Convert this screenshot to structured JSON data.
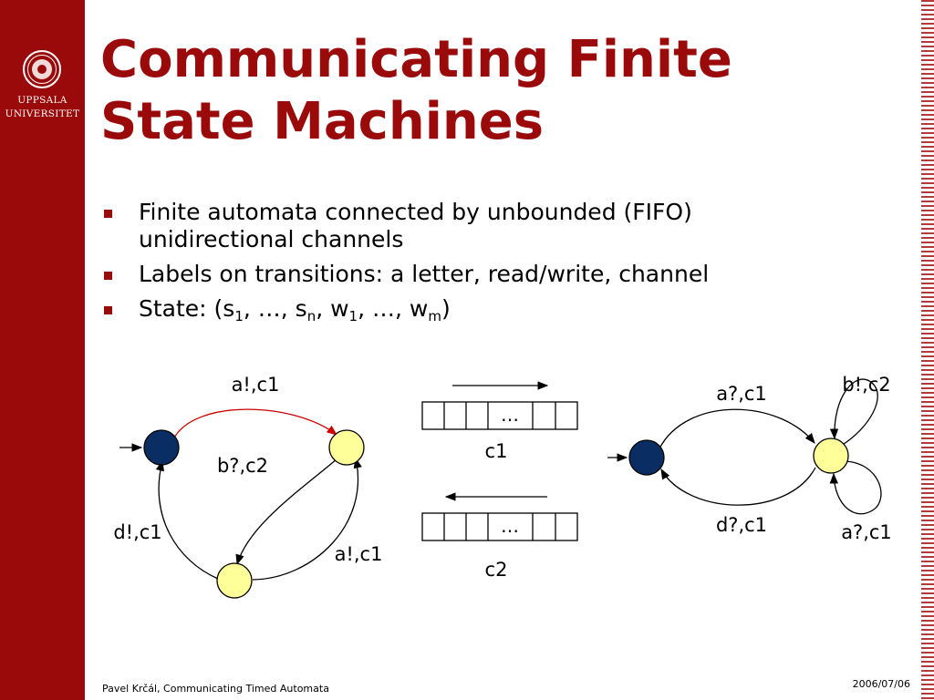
{
  "colors": {
    "brand": "#9b0a0a",
    "initial_state": "#0a2e64",
    "state": "#ffff99",
    "highlight_edge": "#cc0000"
  },
  "sidebar": {
    "logo_icon": "university-seal-icon",
    "line1": "UPPSALA",
    "line2": "UNIVERSITET"
  },
  "title": {
    "line1": "Communicating Finite",
    "line2": "State Machines"
  },
  "bullets": {
    "b1_line1": "Finite automata connected by unbounded (FIFO)",
    "b1_line2": "unidirectional channels",
    "b2": "Labels on transitions: a letter, read/write, channel",
    "b3": {
      "open": "State: (s",
      "s_start": "1",
      "mid1": ", …, s",
      "s_end": "n",
      "mid2": ", w",
      "w_start": "1",
      "mid3": ", …, w",
      "w_end": "m",
      "close": ")"
    }
  },
  "diagram": {
    "left_machine": {
      "e_top": "a!,c1",
      "e_inner": "b?,c2",
      "e_left": "d!,c1",
      "e_right": "a!,c1"
    },
    "channels": {
      "ellipsis": "…",
      "c1": "c1",
      "c2": "c2"
    },
    "right_machine": {
      "e_top": "a?,c1",
      "e_bottom": "d?,c1",
      "loop_top": "b!,c2",
      "loop_bottom": "a?,c1"
    }
  },
  "footer": {
    "author_title": "Pavel Krčál, Communicating Timed Automata",
    "date": "2006/07/06"
  }
}
